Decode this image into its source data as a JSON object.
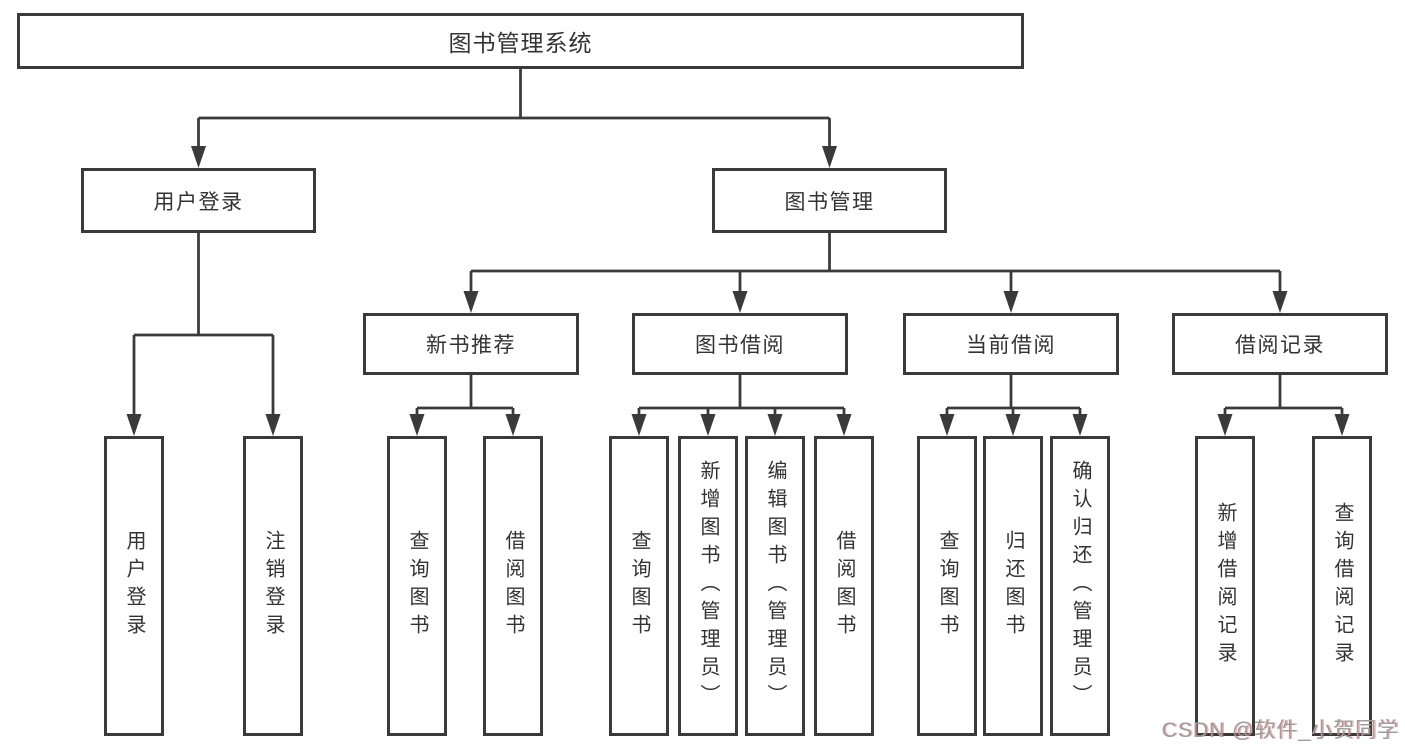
{
  "tree": {
    "root": {
      "label": "图书管理系统"
    },
    "level2": [
      {
        "label": "用户登录"
      },
      {
        "label": "图书管理"
      }
    ],
    "level3": [
      {
        "label": "新书推荐"
      },
      {
        "label": "图书借阅"
      },
      {
        "label": "当前借阅"
      },
      {
        "label": "借阅记录"
      }
    ],
    "leaves": {
      "login": [
        {
          "label": "用户登录"
        },
        {
          "label": "注销登录"
        }
      ],
      "recommend": [
        {
          "label": "查询图书"
        },
        {
          "label": "借阅图书"
        }
      ],
      "borrow": [
        {
          "label": "查询图书"
        },
        {
          "label": "新增图书（管理员）"
        },
        {
          "label": "编辑图书（管理员）"
        },
        {
          "label": "借阅图书"
        }
      ],
      "current": [
        {
          "label": "查询图书"
        },
        {
          "label": "归还图书"
        },
        {
          "label": "确认归还（管理员）"
        }
      ],
      "records": [
        {
          "label": "新增借阅记录"
        },
        {
          "label": "查询借阅记录"
        }
      ]
    }
  },
  "watermark": {
    "text": "CSDN @软件_小贺同学"
  },
  "colors": {
    "line": "#3a3a3a",
    "text": "#333333",
    "watermark": "#9c9c9c",
    "background": "#ffffff"
  }
}
